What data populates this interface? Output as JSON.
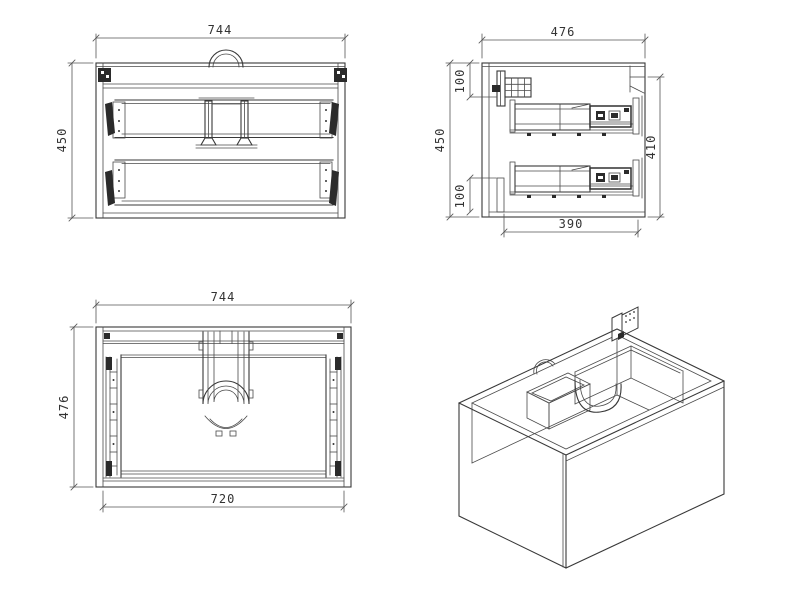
{
  "drawing": {
    "background": "#ffffff",
    "line_color": "#383838",
    "dim_color": "#555555",
    "views": {
      "front_view": {
        "width_mm": "744",
        "height_mm": "450"
      },
      "side_view": {
        "width_mm": "476",
        "height_mm": "450",
        "hanger_offset_mm": "100",
        "front_panel_height_mm": "410",
        "bottom_offset_mm": "100",
        "slide_length_mm": "390"
      },
      "top_view": {
        "width_mm": "744",
        "depth_mm": "476",
        "inner_width_mm": "720"
      },
      "isometric_view": {}
    }
  }
}
